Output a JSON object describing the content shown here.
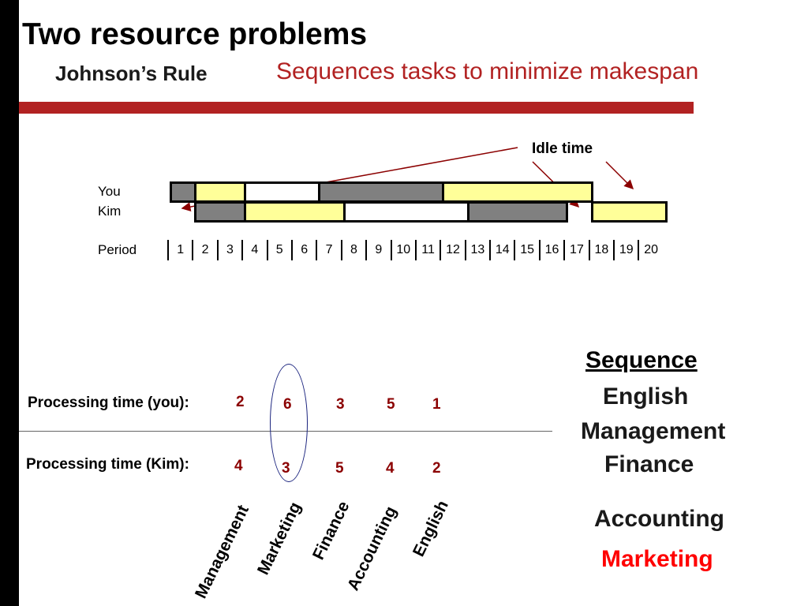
{
  "slide": {
    "title": "Two resource problems",
    "subtitle": "Johnson’s Rule",
    "tagline": "Sequences tasks to minimize makespan"
  },
  "colors": {
    "accent_red": "#b22222",
    "busy_gray": "#808080",
    "busy_yellow": "#ffff99",
    "number_red": "#8b0000",
    "highlight_red": "#ff0000",
    "oval_blue": "#1a237e"
  },
  "gantt": {
    "idle_label": "Idle time",
    "rows": [
      {
        "label": "You",
        "segments": [
          {
            "start": 0,
            "end": 1,
            "fill": "gray"
          },
          {
            "start": 1,
            "end": 3,
            "fill": "yellow"
          },
          {
            "start": 3,
            "end": 6,
            "fill": "white"
          },
          {
            "start": 6,
            "end": 11,
            "fill": "gray"
          },
          {
            "start": 11,
            "end": 17,
            "fill": "yellow"
          }
        ]
      },
      {
        "label": "Kim",
        "segments": [
          {
            "start": 1,
            "end": 3,
            "fill": "gray"
          },
          {
            "start": 3,
            "end": 7,
            "fill": "yellow"
          },
          {
            "start": 7,
            "end": 12,
            "fill": "white"
          },
          {
            "start": 12,
            "end": 16,
            "fill": "gray"
          },
          {
            "start": 17,
            "end": 20,
            "fill": "yellow"
          }
        ]
      }
    ],
    "period_label": "Period",
    "periods": [
      "1",
      "2",
      "3",
      "4",
      "5",
      "6",
      "7",
      "8",
      "9",
      "10",
      "11",
      "12",
      "13",
      "14",
      "15",
      "16",
      "17",
      "18",
      "19",
      "20"
    ]
  },
  "table": {
    "you_label": "Processing time (you):",
    "kim_label": "Processing time (Kim):",
    "you_values": [
      "2",
      "6",
      "3",
      "5",
      "1"
    ],
    "kim_values": [
      "4",
      "3",
      "5",
      "4",
      "2"
    ],
    "courses": [
      "Management",
      "Marketing",
      "Finance",
      "Accounting",
      "English"
    ]
  },
  "sequence": {
    "heading": "Sequence",
    "items": [
      "English",
      "Management",
      "Finance",
      "Accounting",
      "Marketing"
    ]
  }
}
